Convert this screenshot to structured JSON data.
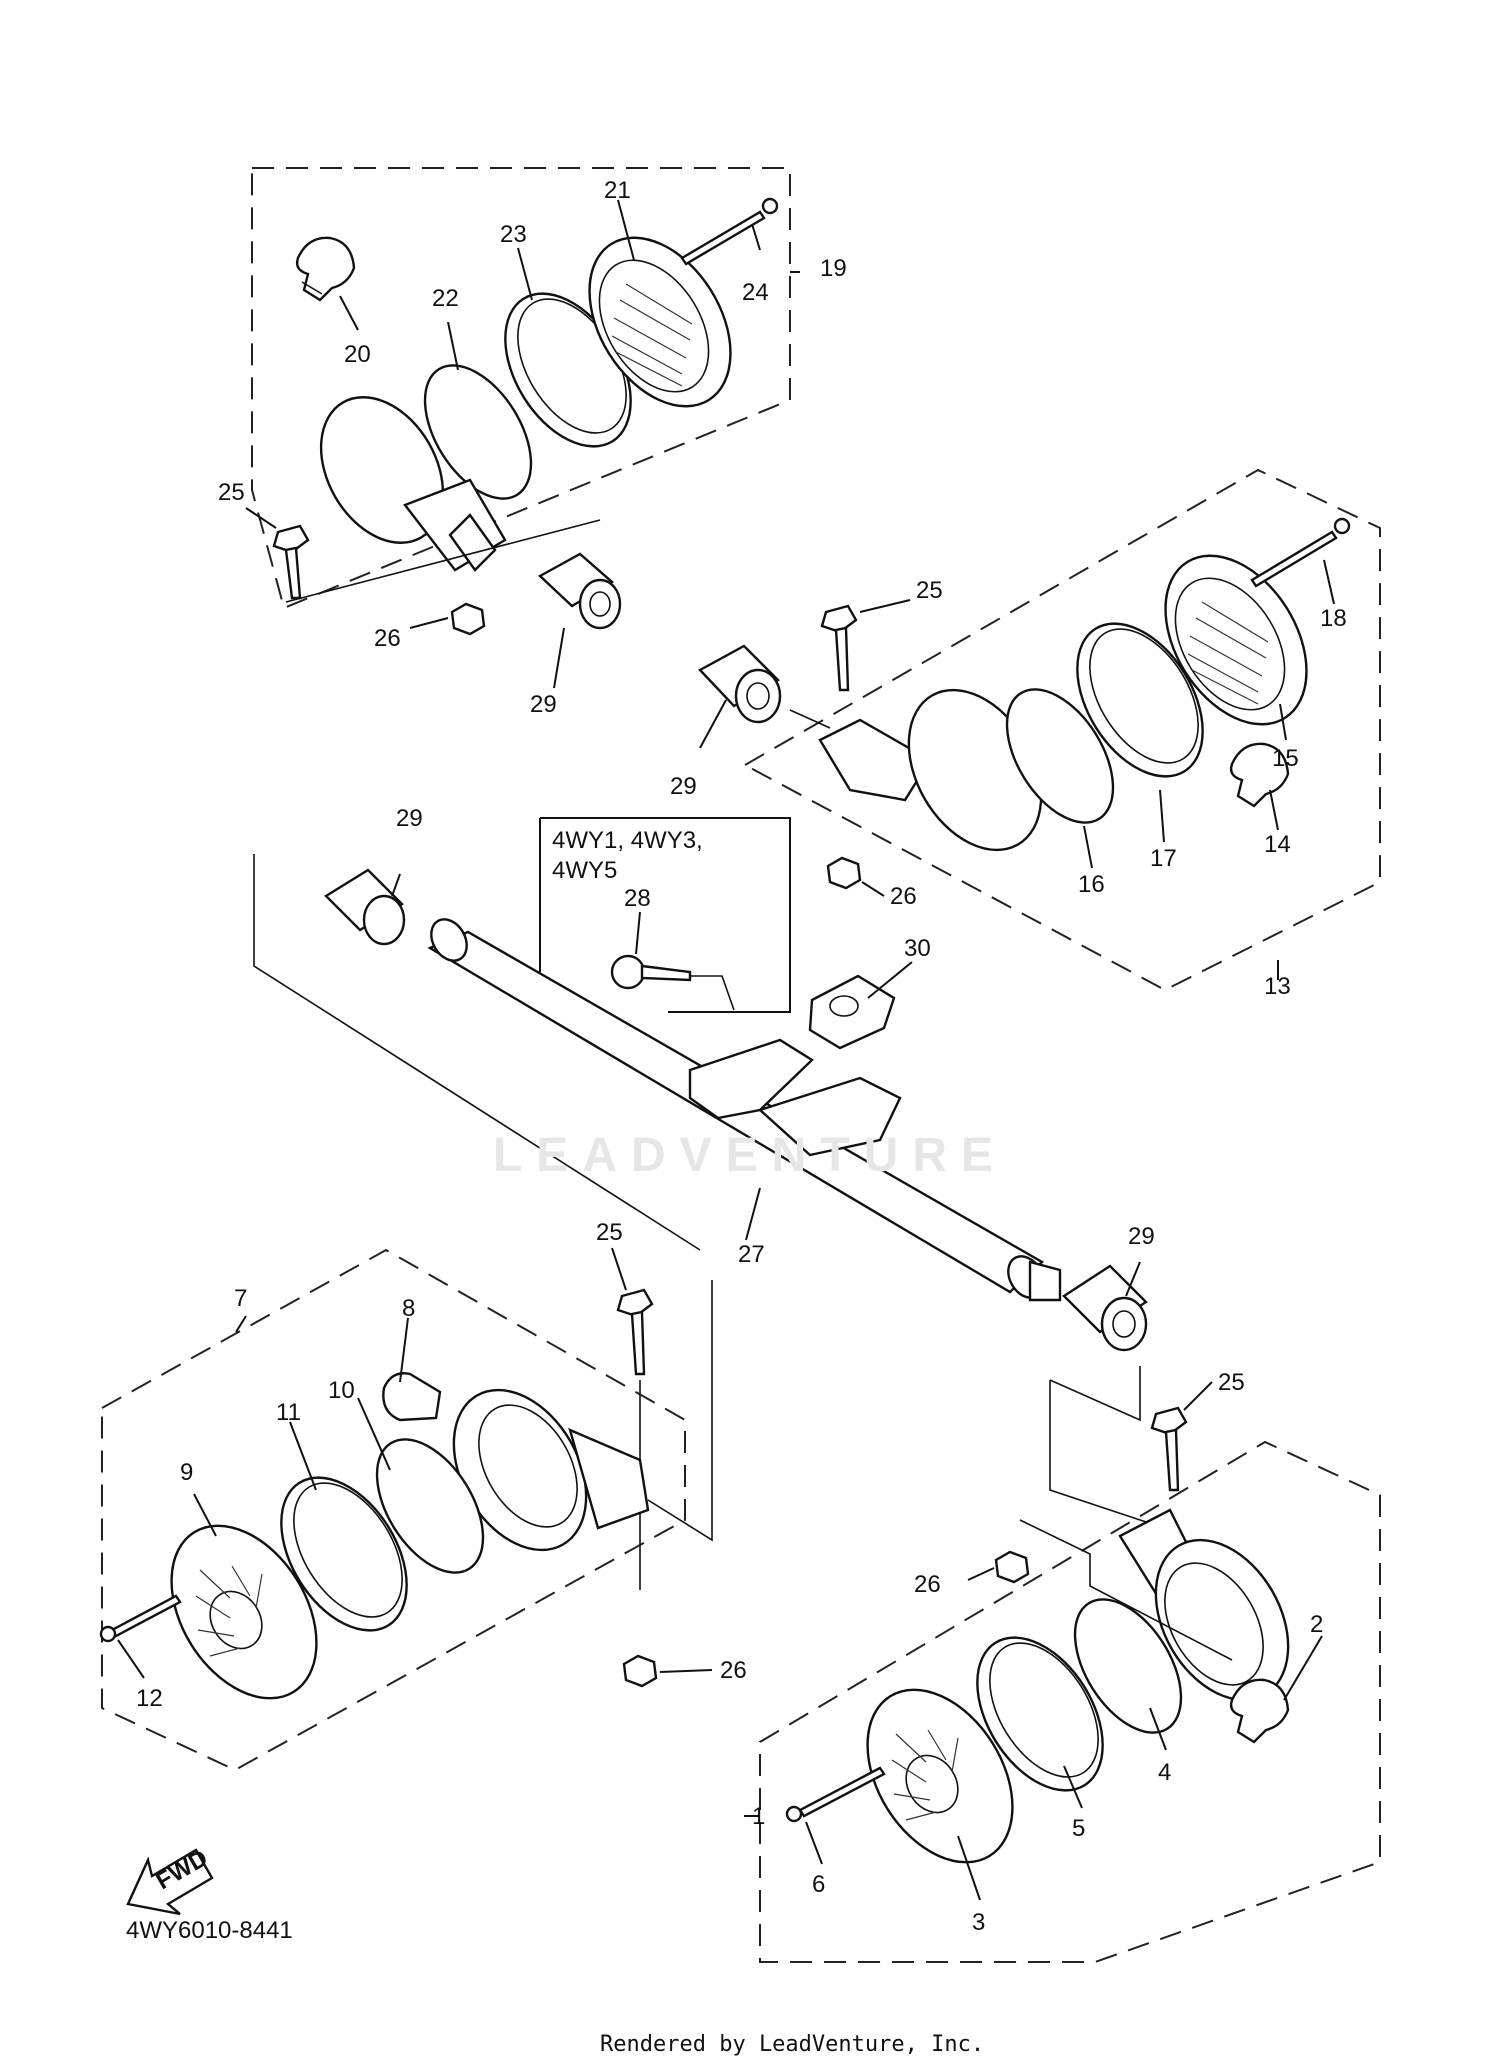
{
  "diagram": {
    "code": "4WY6010-8441",
    "credit": "Rendered by LeadVenture, Inc.",
    "watermark": "LEADVENTURE",
    "fwd_label": "FWD",
    "variant_note": [
      "4WY1, 4WY3,",
      "4WY5"
    ]
  },
  "callouts": [
    {
      "id": "c1",
      "label": "1"
    },
    {
      "id": "c2",
      "label": "2"
    },
    {
      "id": "c3",
      "label": "3"
    },
    {
      "id": "c4",
      "label": "4"
    },
    {
      "id": "c5",
      "label": "5"
    },
    {
      "id": "c6",
      "label": "6"
    },
    {
      "id": "c7",
      "label": "7"
    },
    {
      "id": "c8",
      "label": "8"
    },
    {
      "id": "c9",
      "label": "9"
    },
    {
      "id": "c10",
      "label": "10"
    },
    {
      "id": "c11",
      "label": "11"
    },
    {
      "id": "c12",
      "label": "12"
    },
    {
      "id": "c13",
      "label": "13"
    },
    {
      "id": "c14",
      "label": "14"
    },
    {
      "id": "c15",
      "label": "15"
    },
    {
      "id": "c16",
      "label": "16"
    },
    {
      "id": "c17",
      "label": "17"
    },
    {
      "id": "c18",
      "label": "18"
    },
    {
      "id": "c19",
      "label": "19"
    },
    {
      "id": "c20",
      "label": "20"
    },
    {
      "id": "c21",
      "label": "21"
    },
    {
      "id": "c22",
      "label": "22"
    },
    {
      "id": "c23",
      "label": "23"
    },
    {
      "id": "c24",
      "label": "24"
    },
    {
      "id": "c25a",
      "label": "25"
    },
    {
      "id": "c25b",
      "label": "25"
    },
    {
      "id": "c25c",
      "label": "25"
    },
    {
      "id": "c25d",
      "label": "25"
    },
    {
      "id": "c26a",
      "label": "26"
    },
    {
      "id": "c26b",
      "label": "26"
    },
    {
      "id": "c26c",
      "label": "26"
    },
    {
      "id": "c26d",
      "label": "26"
    },
    {
      "id": "c27",
      "label": "27"
    },
    {
      "id": "c28",
      "label": "28"
    },
    {
      "id": "c29a",
      "label": "29"
    },
    {
      "id": "c29b",
      "label": "29"
    },
    {
      "id": "c29c",
      "label": "29"
    },
    {
      "id": "c29d",
      "label": "29"
    },
    {
      "id": "c30",
      "label": "30"
    }
  ]
}
